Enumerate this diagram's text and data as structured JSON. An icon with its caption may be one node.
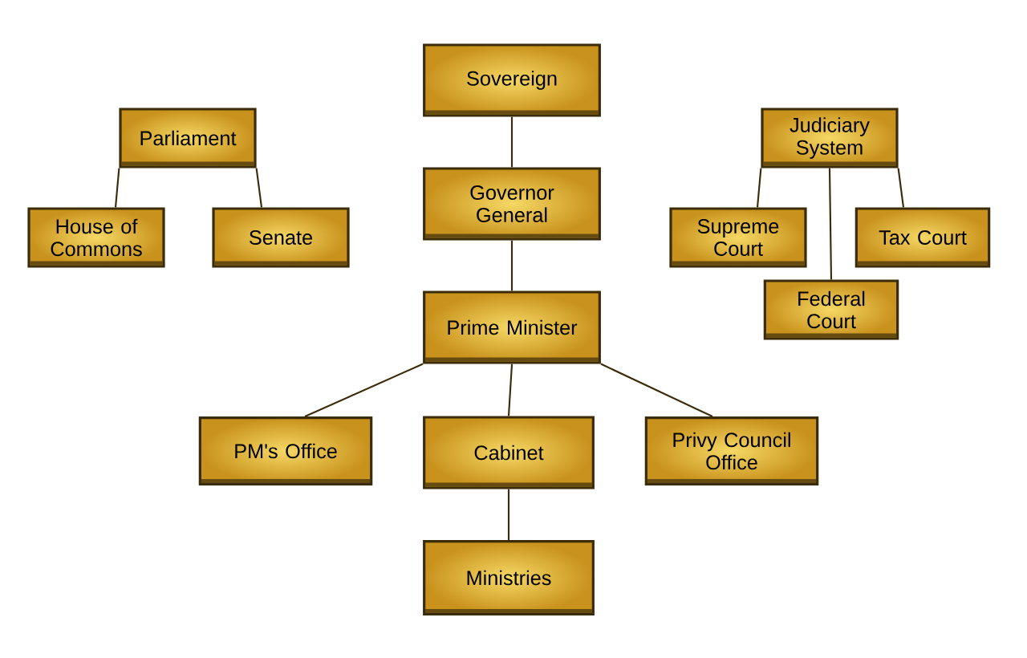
{
  "diagram": {
    "nodes": [
      {
        "text": [
          "Sovereign"
        ]
      },
      {
        "text": [
          "Governor General"
        ]
      },
      {
        "text": [
          "Prime Minister"
        ]
      },
      {
        "text": [
          "PM's Office"
        ]
      },
      {
        "text": [
          "Cabinet"
        ]
      },
      {
        "text": [
          "Privy Council Office"
        ]
      },
      {
        "text": [
          "Ministries"
        ]
      },
      {
        "text": [
          "Parliament"
        ]
      },
      {
        "text": [
          "House of Commons"
        ]
      },
      {
        "text": [
          "Senate"
        ]
      },
      {
        "text": [
          "Judiciary System"
        ]
      },
      {
        "text": [
          "Supreme Court"
        ]
      },
      {
        "text": [
          "Tax Court"
        ]
      },
      {
        "text": [
          "Federal Court"
        ]
      }
    ],
    "edges": [
      {
        "from": 0,
        "to": 1,
        "arrow": "none"
      },
      {
        "from": 1,
        "to": 2,
        "arrow": "none"
      },
      {
        "from": 2,
        "to": 3,
        "arrow": "none"
      },
      {
        "from": 2,
        "to": 4,
        "arrow": "none"
      },
      {
        "from": 2,
        "to": 5,
        "arrow": "none"
      },
      {
        "from": 4,
        "to": 6,
        "arrow": "none"
      },
      {
        "from": 7,
        "to": 8,
        "arrow": "none"
      },
      {
        "from": 7,
        "to": 9,
        "arrow": "none"
      },
      {
        "from": 10,
        "to": 11,
        "arrow": "none"
      },
      {
        "from": 10,
        "to": 12,
        "arrow": "none"
      },
      {
        "from": 10,
        "to": 13,
        "arrow": "none"
      }
    ]
  }
}
